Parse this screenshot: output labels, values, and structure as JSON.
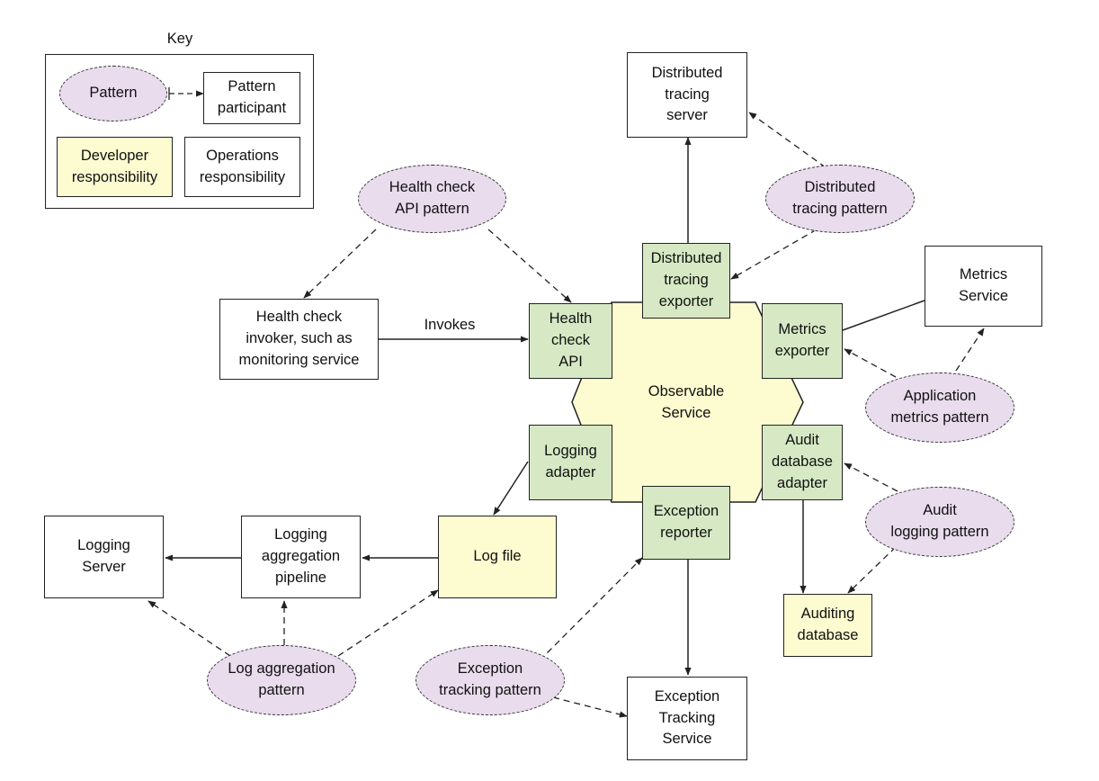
{
  "key": {
    "title": "Key",
    "pattern": "Pattern",
    "participant": "Pattern\nparticipant",
    "developer": "Developer\nresponsibility",
    "operations": "Operations\nresponsibility"
  },
  "nodes": {
    "distributed_tracing_server": "Distributed\ntracing\nserver",
    "distributed_tracing_pattern": "Distributed\ntracing pattern",
    "health_check_pattern": "Health check\nAPI pattern",
    "distributed_tracing_exporter": "Distributed\ntracing\nexporter",
    "metrics_service": "Metrics\nService",
    "health_check_invoker": "Health check\ninvoker, such as\nmonitoring service",
    "invokes_label": "Invokes",
    "health_check_api": "Health\ncheck\nAPI",
    "metrics_exporter": "Metrics\nexporter",
    "observable_service": "Observable\nService",
    "application_metrics_pattern": "Application\nmetrics pattern",
    "logging_adapter": "Logging\nadapter",
    "audit_database_adapter": "Audit\ndatabase\nadapter",
    "exception_reporter": "Exception\nreporter",
    "audit_logging_pattern": "Audit\nlogging pattern",
    "logging_server": "Logging\nServer",
    "logging_pipeline": "Logging\naggregation\npipeline",
    "log_file": "Log file",
    "auditing_database": "Auditing\ndatabase",
    "log_aggregation_pattern": "Log aggregation\npattern",
    "exception_tracking_pattern": "Exception\ntracking pattern",
    "exception_tracking_service": "Exception\nTracking\nService"
  },
  "colors": {
    "participant": "#d6e9c4",
    "developer": "#fdfbd0",
    "pattern": "#e9dced",
    "hexagon": "#fdfbd0",
    "line": "#222222"
  }
}
